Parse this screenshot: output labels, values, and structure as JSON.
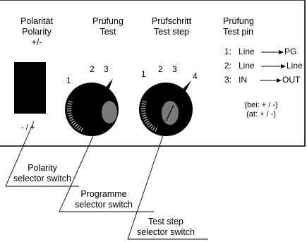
{
  "columns": {
    "polarity": {
      "line1": "Polarität",
      "line2": "Polarity",
      "line3": "+/-"
    },
    "test": {
      "line1": "Prüfung",
      "line2": "Test"
    },
    "test_step": {
      "line1": "Prüfschritt",
      "line2": "Test step"
    },
    "test_pin": {
      "line1": "Prüfung",
      "line2": "Test pin"
    }
  },
  "pin_table": [
    {
      "num": "1:",
      "from": "Line",
      "to": "PG"
    },
    {
      "num": "2:",
      "from": "Line",
      "to": "Line"
    },
    {
      "num": "3:",
      "from": "IN",
      "to": "OUT"
    }
  ],
  "polarity_note": {
    "de": "(bei: + / -)",
    "en": "(at: + / -)"
  },
  "polarity_switch_scale": "- / +",
  "programme_dial_positions": [
    "1",
    "2",
    "3"
  ],
  "step_dial_positions": [
    "1",
    "2",
    "3",
    "4"
  ],
  "callouts": {
    "polarity": {
      "line1": "Polarity",
      "line2": "selector switch"
    },
    "programme": {
      "line1": "Programme",
      "line2": "selector switch"
    },
    "test_step": {
      "line1": "Test step",
      "line2": "selector switch"
    }
  },
  "colors": {
    "ink": "#000000",
    "knob_cap": "#7a7a7a",
    "tick": "#bdbdbd"
  }
}
